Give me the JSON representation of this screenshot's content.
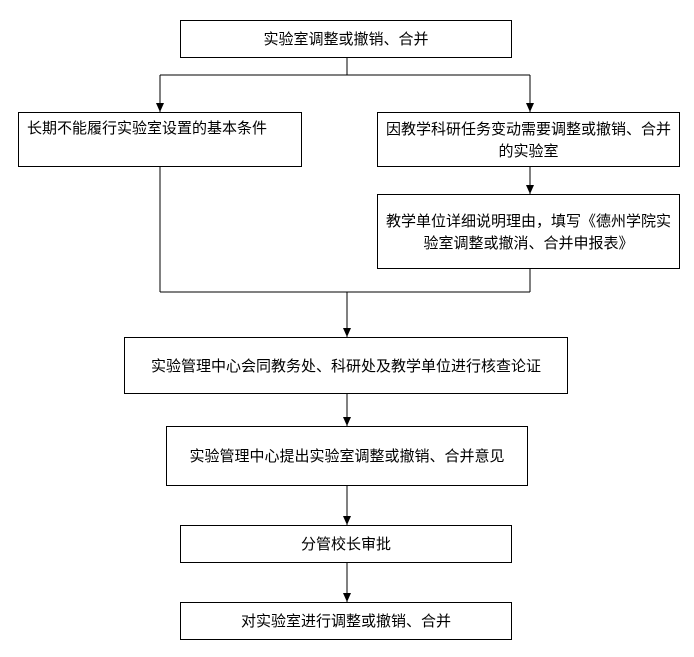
{
  "nodes": {
    "start": "实验室调整或撤销、合并",
    "left_condition": "长期不能履行实验室设置的基本条件",
    "right_condition": "因教学科研任务变动需要调整或撤销、合并的实验室",
    "explain": "教学单位详细说明理由，填写《德州学院实验室调整或撤消、合并申报表》",
    "review": "实验管理中心会同教务处、科研处及教学单位进行核查论证",
    "opinion": "实验管理中心提出实验室调整或撤销、合并意见",
    "approve": "分管校长审批",
    "execute": "对实验室进行调整或撤销、合并"
  }
}
